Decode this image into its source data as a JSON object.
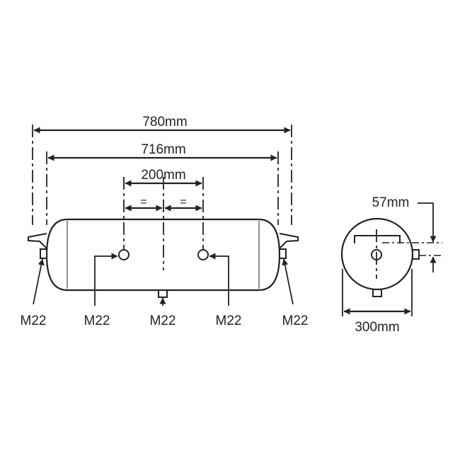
{
  "diagram": {
    "colors": {
      "stroke": "#222222",
      "background": "#ffffff"
    },
    "side_view": {
      "dimensions": {
        "overall_length": "780mm",
        "body_length": "716mm",
        "port_spacing": "200mm",
        "equal_left": "=",
        "equal_right": "="
      },
      "ports": {
        "left_end": "M22",
        "top_left": "M22",
        "bottom_center": "M22",
        "top_right": "M22",
        "right_end": "M22"
      }
    },
    "end_view": {
      "dimensions": {
        "port_offset": "57mm",
        "diameter": "300mm"
      }
    }
  }
}
